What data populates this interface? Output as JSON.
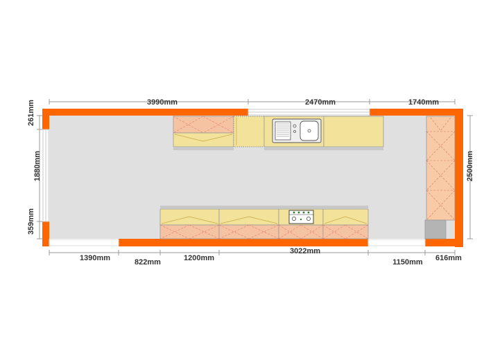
{
  "colors": {
    "wall": "#ff6600",
    "floor": "#e0e0e0",
    "counter_top": "#f2e29a",
    "base_cabinet": "#f6c3a2",
    "tall_cabinet": "#f8caa6",
    "appliance": "#b4b4b4",
    "dimension_line": "#9a9a9a",
    "dimension_text": "#333333"
  },
  "dimensions": {
    "top_left": "3990mm",
    "top_middle": "2470mm",
    "top_right": "1740mm",
    "left_top": "261mm",
    "left_middle": "1880mm",
    "left_bottom": "359mm",
    "right": "2500mm",
    "bottom_1": "1390mm",
    "bottom_2": "822mm",
    "bottom_3": "1200mm",
    "bottom_4": "3022mm",
    "bottom_5": "1150mm",
    "bottom_6": "616mm"
  },
  "fixtures": {
    "sink_icon": "sink-icon",
    "cooktop_icon": "cooktop-icon"
  }
}
